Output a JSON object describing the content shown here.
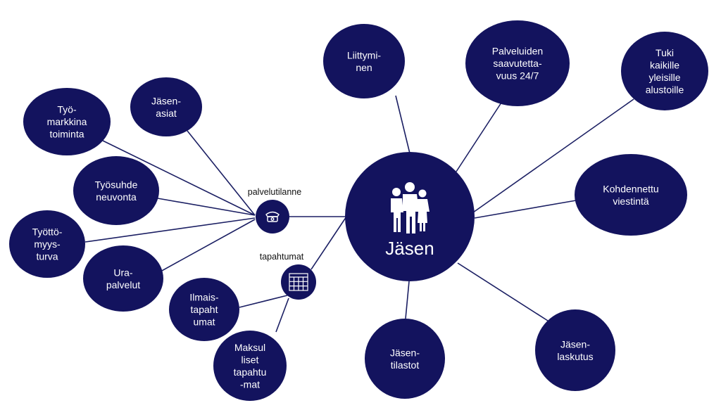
{
  "center": {
    "label": "Jäsen",
    "icon": "people-group-icon"
  },
  "hubs": {
    "service": {
      "label": "palvelutilanne",
      "icon": "telephone-icon"
    },
    "events": {
      "label": "tapahtumat",
      "icon": "calendar-icon"
    }
  },
  "nodes": {
    "liittyminen": [
      "Liittymi-",
      "nen"
    ],
    "palveluiden": [
      "Palveluiden",
      "saavutetta-",
      "vuus 24/7"
    ],
    "tuki": [
      "Tuki",
      "kaikille",
      "yleisille",
      "alustoille"
    ],
    "kohdennettu": [
      "Kohdennettu",
      "viestintä"
    ],
    "laskutus": [
      "Jäsen-",
      "laskutus"
    ],
    "tilastot": [
      "Jäsen-",
      "tilastot"
    ],
    "jasenasiat": [
      "Jäsen-",
      "asiat"
    ],
    "tyomarkkina": [
      "Työ-",
      "markkina",
      "toiminta"
    ],
    "tyosuhde": [
      "Työsuhde",
      "neuvonta"
    ],
    "tyottomyys": [
      "Työttö-",
      "myys-",
      "turva"
    ],
    "urapalvelut": [
      "Ura-",
      "palvelut"
    ],
    "ilmaistapahtumat": [
      "Ilmais-",
      "tapaht",
      "umat"
    ],
    "maksulliset": [
      "Maksul",
      "liset",
      "tapahtu",
      "-mat"
    ]
  },
  "colors": {
    "node": "#13135e",
    "edge": "#1b1f63",
    "text": "#ffffff"
  }
}
